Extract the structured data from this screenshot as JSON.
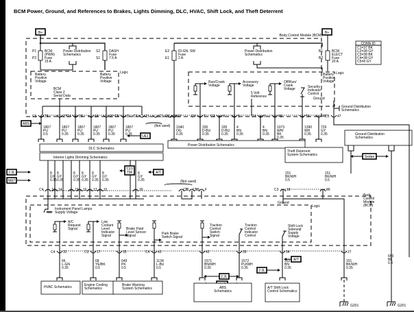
{
  "title": "BCM Power, Ground, and References to Brakes, Lights Dimming, DLC, HVAC, Shift Lock, and Theft Deterrent",
  "module": {
    "name": "Body Control Module (BCM)",
    "name_lines": [
      "Body",
      "Control",
      "Module",
      "(BCM)"
    ],
    "logic_label": "Logic",
    "power_source": "B+"
  },
  "conn_id": {
    "header": "CONN ID",
    "rows": [
      "C1=37 BK",
      "C2=38 GY",
      "C3=38 BK",
      "C4=38 GY",
      "C5=8 GY"
    ]
  },
  "fuses": [
    {
      "name_lines": [
        "BCM",
        "(PWR)",
        "Fuse",
        "15 A"
      ],
      "pins": [
        "P1",
        "P2"
      ]
    },
    {
      "name_lines": [
        "DASH",
        "Fuse",
        "7.5 A"
      ],
      "pins": [
        "S2",
        "S1"
      ]
    },
    {
      "name_lines": [
        "ID-GN. SW",
        "Fuse",
        "2 A"
      ],
      "pins": [
        "E2",
        "E1"
      ]
    },
    {
      "name_lines": [
        "BCM",
        "ELECT",
        "Fuse",
        "20 A"
      ],
      "pins": [
        "B1",
        "B2"
      ]
    }
  ],
  "power_dist_ref": [
    "Power Distribution",
    "Schematics"
  ],
  "internal_labels": {
    "battery_positive": [
      "Battery",
      "Positive",
      "Voltage"
    ],
    "class2": [
      "BCM",
      "Class 2",
      "Serial Data"
    ],
    "run_crank": [
      "Run/Crank",
      "Voltage"
    ],
    "accessory": [
      "Accessory",
      "Voltage"
    ],
    "off_run_crank": [
      "Off/Run/",
      "Crank",
      "Voltage"
    ],
    "five_volt": [
      "5 Volt",
      "Reference"
    ],
    "security": [
      "Security",
      "Indicator",
      "Control"
    ],
    "ground": "Ground",
    "ground_dist": [
      "Ground Distribution",
      "Schematics"
    ],
    "ip_lamps": [
      "Instrument Panel Lamps",
      "Supply Voltage"
    ],
    "ac_request": [
      "A/C",
      "Request",
      "Signal"
    ],
    "low_coolant": [
      "Low",
      "Coolant",
      "Level",
      "Indicator",
      "Signal"
    ],
    "brake_fluid": [
      "Brake Fluid",
      "Level Sensor",
      "Signal"
    ],
    "park_brake": [
      "Park Brake",
      "Switch Signal"
    ],
    "tc_switch": [
      "Traction",
      "Control",
      "Switch",
      "Signal"
    ],
    "tc_indicator": [
      "Traction",
      "Control",
      "Indicator",
      "Control"
    ],
    "shift_lock": [
      "Shift Lock",
      "Solenoid",
      "Supply",
      "Voltage"
    ],
    "not_used": "(Not used)"
  },
  "top_pins": [
    {
      "conn": "C5",
      "pin": "26",
      "wire": [
        "1807",
        "PU",
        "0.5"
      ]
    },
    {
      "conn": "",
      "pin": "27",
      "wire": [
        "1807",
        "PU",
        "0.35"
      ]
    },
    {
      "conn": "C4",
      "pin": "18",
      "wire": [
        "1807",
        "PU",
        "0.35"
      ]
    },
    {
      "conn": "",
      "pin": "19",
      "wire": [
        "1807",
        "PU",
        "0.35"
      ]
    },
    {
      "conn": "",
      "pin": "20",
      "wire": [
        "1807",
        "PU",
        "0.35"
      ]
    },
    {
      "conn": "C5",
      "pin": "D",
      "wire": [
        "1807",
        "PU",
        "0.35"
      ]
    },
    {
      "conn": "C4",
      "pin": "21",
      "wire": []
    },
    {
      "conn": "",
      "pin": "C1",
      "wire": []
    },
    {
      "conn": "",
      "pin": "36",
      "wire": []
    },
    {
      "conn": "C2",
      "pin": "17",
      "wire": [
        "1040",
        "OG",
        "0.35"
      ]
    },
    {
      "conn": "C4",
      "pin": "7",
      "wire": [
        "335",
        "D-BU",
        "0.35"
      ]
    },
    {
      "conn": "C3",
      "pin": "4",
      "wire": [
        "335",
        "D-BU",
        "0.35"
      ]
    },
    {
      "conn": "",
      "pin": "5",
      "wire": [
        "4",
        "BN",
        "0.35"
      ]
    },
    {
      "conn": "C4",
      "pin": "6",
      "wire": [
        "4",
        "BN",
        "0.35"
      ]
    },
    {
      "conn": "",
      "pin": "48",
      "wire": [
        "1073",
        "WH/",
        "BK",
        "0.35"
      ]
    },
    {
      "conn": "",
      "pin": "53",
      "wire": [
        "1390",
        "WH",
        "0.35"
      ]
    },
    {
      "conn": "",
      "pin": "49",
      "wire": [
        "729",
        "GY",
        "0.35"
      ]
    },
    {
      "conn": "C3",
      "pin": "47",
      "wire": []
    }
  ],
  "mid_pins": [
    {
      "conn": "C4",
      "pin": "17",
      "wire": [
        "8",
        "GY",
        "0.35"
      ]
    },
    {
      "conn": "",
      "pin": "14",
      "wire": [
        "8",
        "GY",
        "0.35"
      ]
    },
    {
      "conn": "",
      "pin": "15",
      "wire": [
        "8",
        "GY",
        "0.35"
      ]
    },
    {
      "conn": "",
      "pin": "16",
      "wire": [
        "8",
        "GY",
        "0.35"
      ]
    },
    {
      "conn": "",
      "pin": "13",
      "wire": [
        "8",
        "GY",
        "0.35"
      ]
    },
    {
      "conn": "",
      "pin": "31",
      "wire": [
        "8",
        "GY",
        "0.35"
      ]
    },
    {
      "conn": "",
      "pin": "30",
      "wire": [
        "8",
        "GY",
        "0.35"
      ]
    },
    {
      "conn": "",
      "pin": "29",
      "wire": []
    },
    {
      "conn": "C3",
      "pin": "28",
      "wire": []
    },
    {
      "conn": "C5",
      "pin": "F",
      "wire": []
    },
    {
      "conn": "C3",
      "pin": "18",
      "wire": [
        "151",
        "BK/WH",
        "0.5"
      ]
    },
    {
      "conn": "",
      "pin": "20",
      "wire": [
        "151",
        "BK/WH",
        "0.5"
      ]
    }
  ],
  "bottom_pins": [
    {
      "conn": "C4",
      "pin": "32",
      "wire": [
        "66",
        "L-GN",
        "0.35"
      ]
    },
    {
      "conn": "C3",
      "pin": "17",
      "wire": [
        "68",
        "YE/BK",
        "0.5"
      ]
    },
    {
      "conn": "",
      "pin": "35",
      "wire": [
        "649",
        "PK",
        "0.5"
      ]
    },
    {
      "conn": "C4",
      "pin": "43",
      "wire": [
        "1134",
        "L-BU",
        "0.5"
      ]
    },
    {
      "conn": "",
      "pin": "42",
      "wire": [
        "1571",
        "BN/WH",
        "0.35"
      ]
    },
    {
      "conn": "",
      "pin": "39",
      "wire": [
        "1572",
        "PU/WH",
        "0.35"
      ]
    },
    {
      "conn": "",
      "pin": "34",
      "wire": [
        "333",
        "BN",
        "0.35"
      ]
    },
    {
      "conn": "",
      "pin": "27",
      "wire": [
        "151",
        "BK/WH",
        "0.35"
      ]
    }
  ],
  "ground_wire": [
    "650",
    "BK",
    "0.8"
  ],
  "grounds": [
    "G201",
    "G201"
  ],
  "option_tags": {
    "abs": "ABS",
    "ue1": "UE1",
    "l23": "2.3L",
    "nw7": "NW7",
    "t37": [
      "T37/",
      "T96"
    ],
    "at": "A/T",
    "l22": "2.2L",
    "sedan": "Sedan"
  },
  "destinations": {
    "dlc": "DLC Schematics",
    "interior_lights": "Interior Lights Dimming Schematics",
    "power_dist": "Power Distribution Schematics",
    "theft": [
      "Theft Deterrent",
      "System Schematics"
    ],
    "ground_dist": [
      "Ground Distribution",
      "Schematics"
    ],
    "hvac": "HVAC Schematics",
    "engine_cooling": [
      "Engine Cooling",
      "Schematics"
    ],
    "brake_warning": [
      "Brake Warning",
      "System Schematics"
    ],
    "abs": [
      "ABS",
      "Schematics"
    ],
    "shift_lock": [
      "A/T Shift Lock",
      "Control Schematics"
    ]
  }
}
